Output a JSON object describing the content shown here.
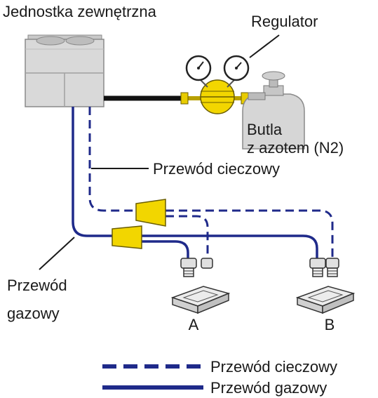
{
  "labels": {
    "outdoor_unit": "Jednostka zewnętrzna",
    "regulator": "Regulator",
    "cylinder_line1": "Butla",
    "cylinder_line2": "z azotem (N2)",
    "liquid_pipe": "Przewód cieczowy",
    "gas_pipe_line1": "Przewód",
    "gas_pipe_line2": "gazowy",
    "unit_a": "A",
    "unit_b": "B"
  },
  "legend": [
    {
      "style": "dashed",
      "label": "Przewód cieczowy"
    },
    {
      "style": "solid",
      "label": "Przewód gazowy"
    }
  ],
  "colors": {
    "pipe": "#1f2a8a",
    "branch": "#f2d600",
    "regulator": "#f2d600",
    "unit": "#d9d9d9",
    "cylinder": "#d6d6d6",
    "text": "#1a1a1a"
  }
}
